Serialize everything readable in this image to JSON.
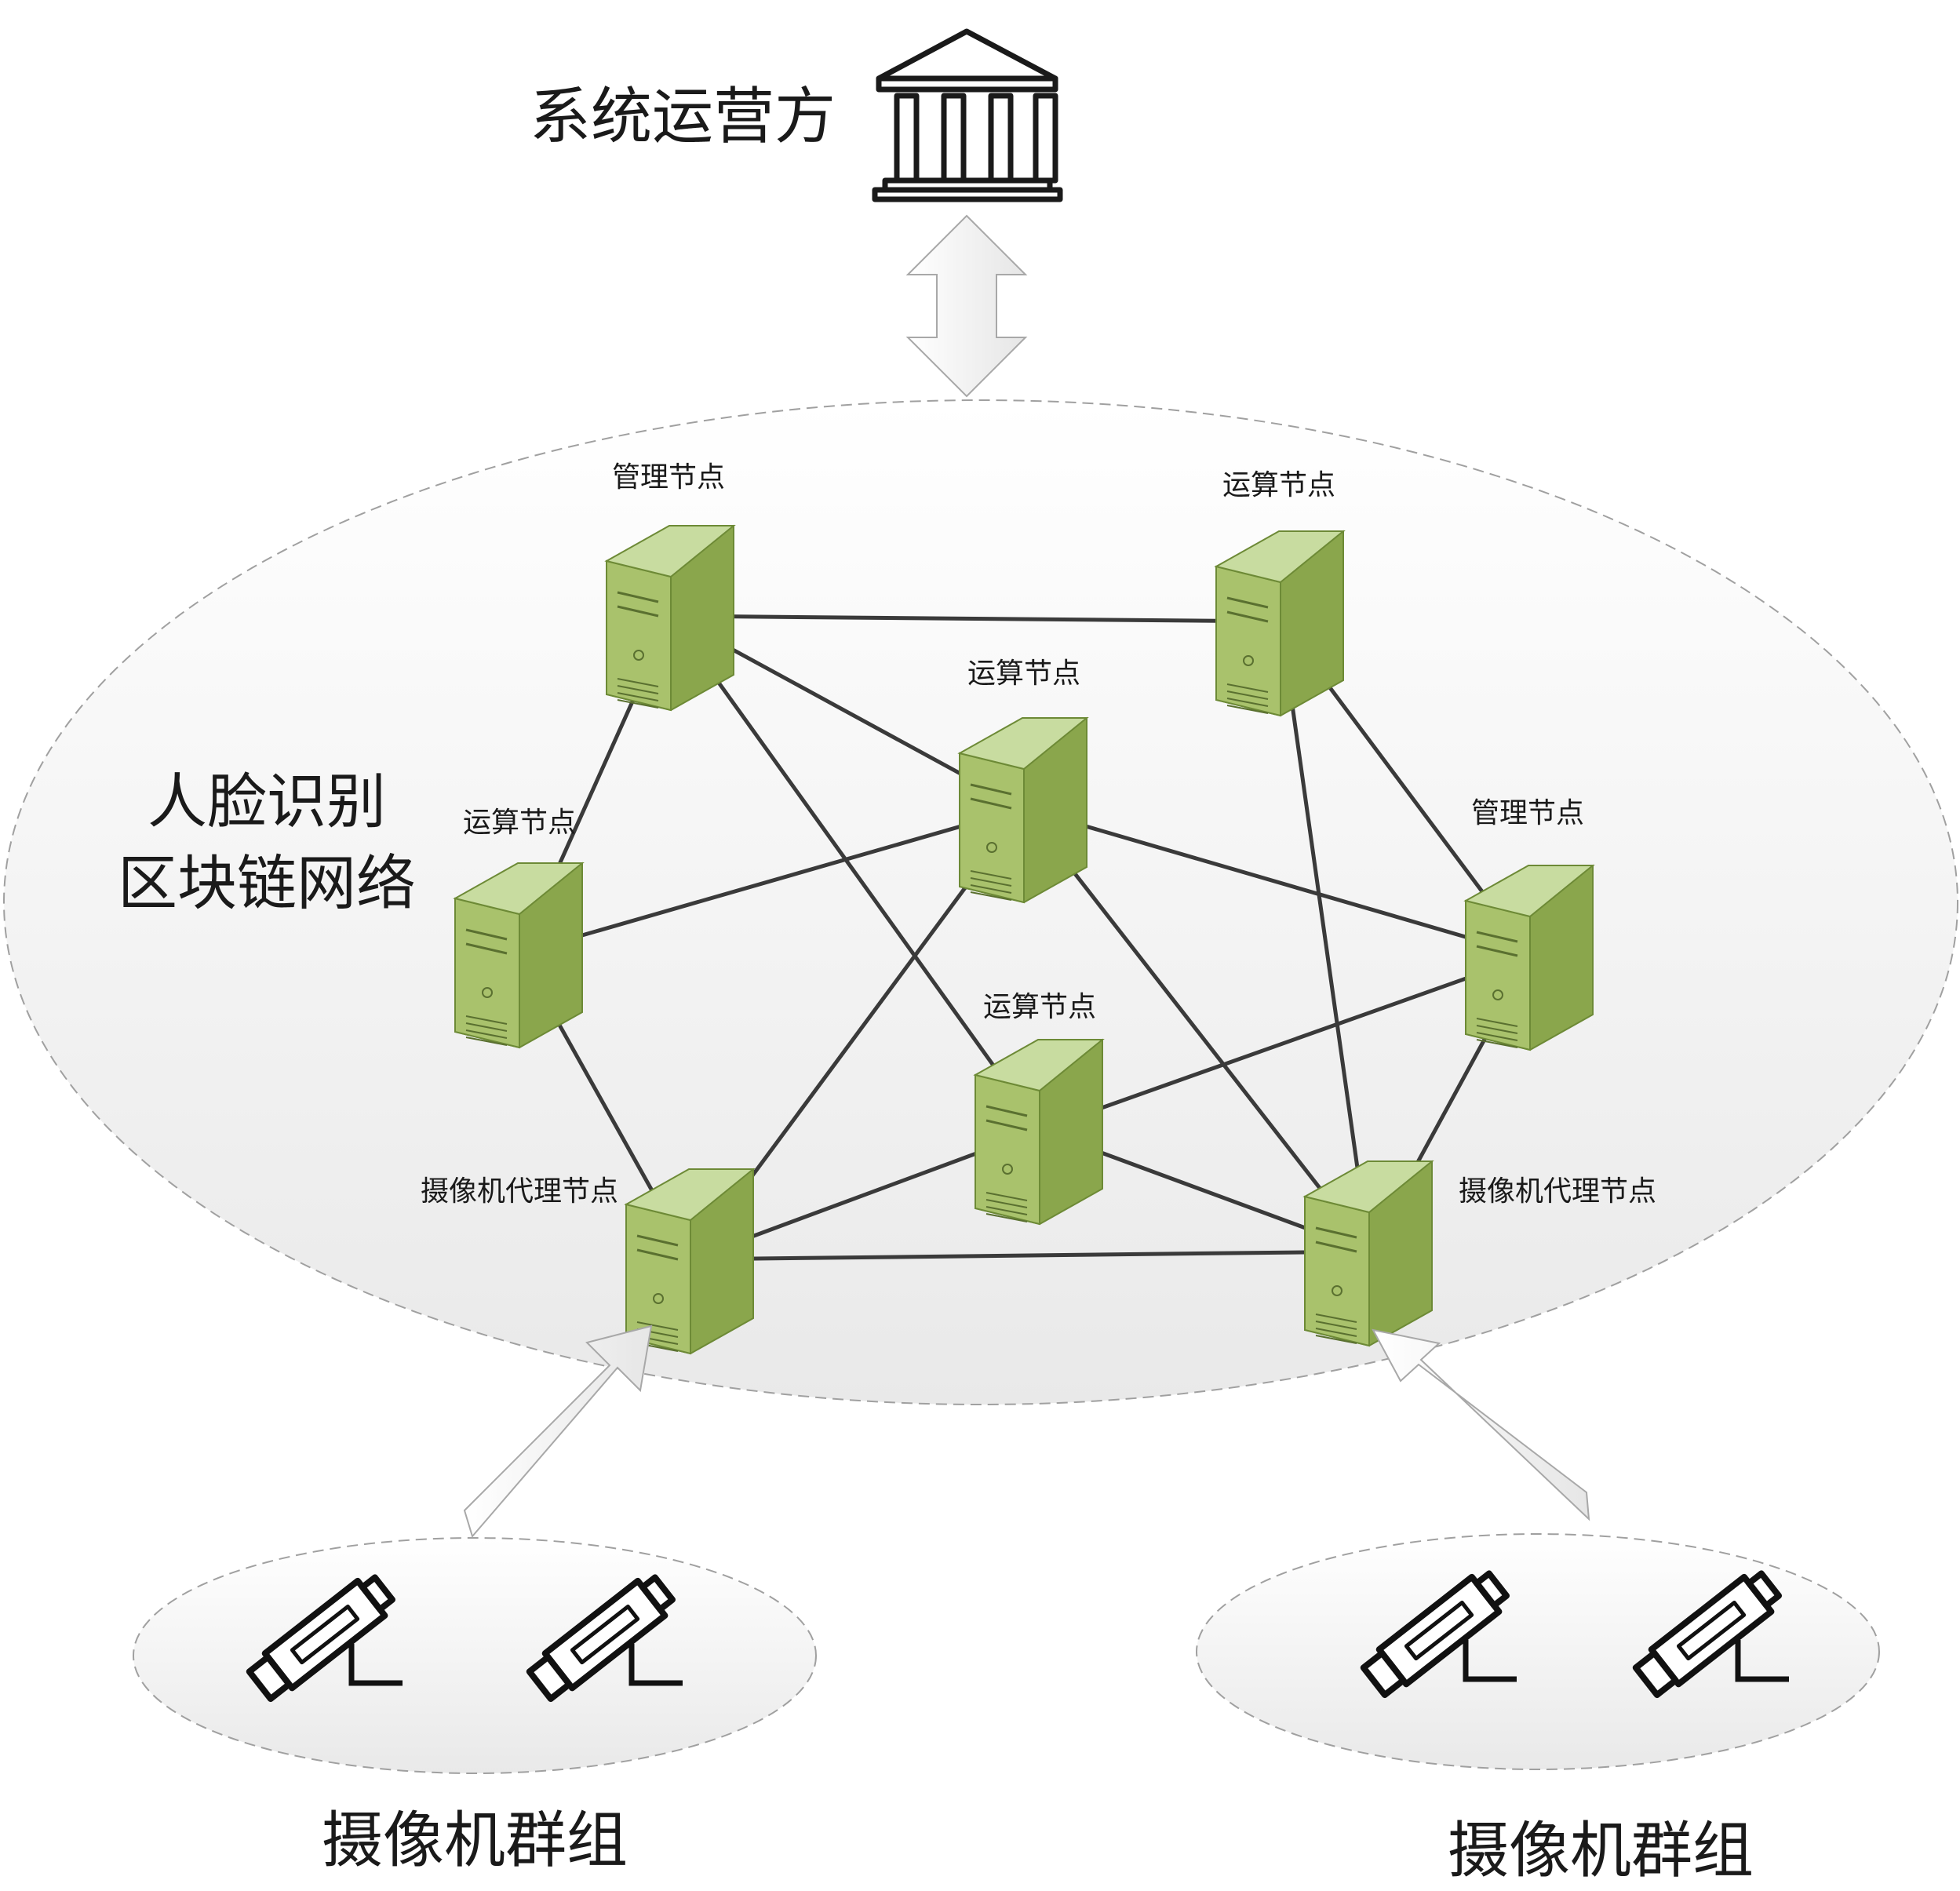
{
  "operator": {
    "label": "系统运营方",
    "icon": "bank-building-icon"
  },
  "network": {
    "label_line1": "人脸识别",
    "label_line2": "区块链网络"
  },
  "nodes": [
    {
      "label": "管理节点"
    },
    {
      "label": "运算节点"
    },
    {
      "label": "运算节点"
    },
    {
      "label": "运算节点"
    },
    {
      "label": "管理节点"
    },
    {
      "label": "运算节点"
    },
    {
      "label": "摄像机代理节点"
    },
    {
      "label": "摄像机代理节点"
    }
  ],
  "camera_groups": [
    {
      "label": "摄像机群组",
      "icon": "camera-icon"
    },
    {
      "label": "摄像机群组",
      "icon": "camera-icon"
    }
  ],
  "colors": {
    "server_front": "#a9c26c",
    "server_side": "#8aa64c",
    "server_top": "#c8dca0",
    "link": "#3a3a3a",
    "ellipse_fill": "#f0f0f0",
    "ellipse_border": "#a0a0a0",
    "arrow_fill": "#f5f5f5",
    "arrow_border": "#a8a8a8"
  }
}
